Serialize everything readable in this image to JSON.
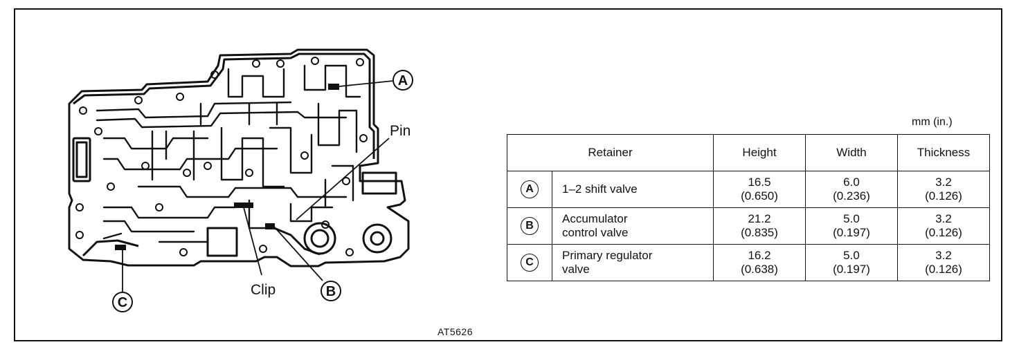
{
  "callouts": {
    "a": "A",
    "b": "B",
    "c": "C",
    "pin": "Pin",
    "clip": "Clip"
  },
  "figure_code": "AT5626",
  "table": {
    "unit_note": "mm (in.)",
    "headers": {
      "retainer": "Retainer",
      "height": "Height",
      "width": "Width",
      "thickness": "Thickness"
    },
    "rows": [
      {
        "badge": "A",
        "name_line1": "1–2 shift valve",
        "name_line2": "",
        "height_mm": "16.5",
        "height_in": "(0.650)",
        "width_mm": "6.0",
        "width_in": "(0.236)",
        "thickness_mm": "3.2",
        "thickness_in": "(0.126)"
      },
      {
        "badge": "B",
        "name_line1": "Accumulator",
        "name_line2": "control valve",
        "height_mm": "21.2",
        "height_in": "(0.835)",
        "width_mm": "5.0",
        "width_in": "(0.197)",
        "thickness_mm": "3.2",
        "thickness_in": "(0.126)"
      },
      {
        "badge": "C",
        "name_line1": "Primary regulator",
        "name_line2": "valve",
        "height_mm": "16.2",
        "height_in": "(0.638)",
        "width_mm": "5.0",
        "width_in": "(0.197)",
        "thickness_mm": "3.2",
        "thickness_in": "(0.126)"
      }
    ]
  }
}
